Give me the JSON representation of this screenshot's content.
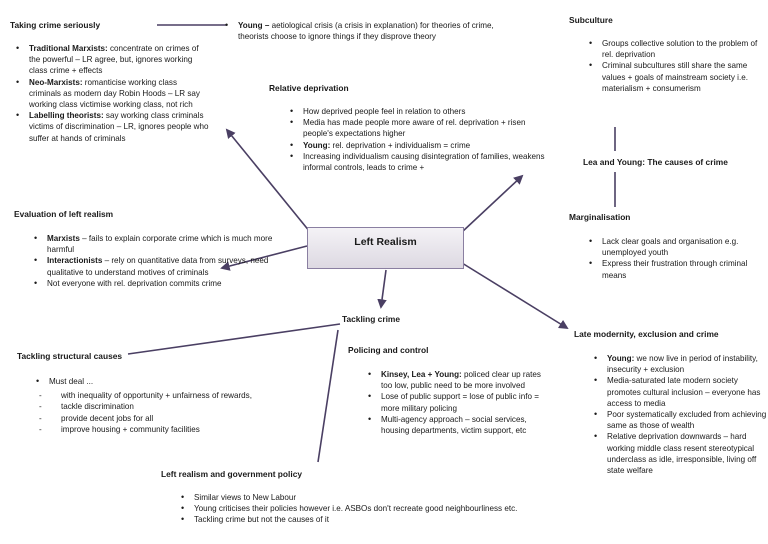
{
  "central": "Left Realism",
  "colors": {
    "line": "#4a3f63",
    "box_border": "#8a7fa1"
  },
  "sections": {
    "taking": {
      "heading": "Taking crime seriously",
      "items": [
        {
          "b": "Traditional Marxists:",
          "t": " concentrate on crimes of the powerful – LR agree, but, ignores working class crime + effects"
        },
        {
          "b": "Neo-Marxists:",
          "t": " romanticise working class criminals as modern day Robin Hoods – LR say working class victimise working class, not rich"
        },
        {
          "b": "Labelling theorists:",
          "t": " say working class criminals victims of discrimination – LR, ignores people who suffer at hands of criminals"
        }
      ]
    },
    "young": {
      "b": "Young –",
      "t": " aetiological crisis (a crisis in explanation) for theories of crime, theorists choose to ignore things if they disprove theory"
    },
    "relative": {
      "heading": "Relative deprivation",
      "items": [
        {
          "b": "",
          "t": "How deprived people feel in relation to others"
        },
        {
          "b": "",
          "t": "Media has made people more aware of rel. deprivation + risen people's expectations higher"
        },
        {
          "b": "Young:",
          "t": " rel. deprivation + individualism = crime"
        },
        {
          "b": "",
          "t": "Increasing individualism causing disintegration of families, weakens informal controls, leads to crime +"
        }
      ]
    },
    "subculture": {
      "heading": "Subculture",
      "items": [
        {
          "b": "",
          "t": "Groups collective solution to the problem of rel. deprivation"
        },
        {
          "b": "",
          "t": "Criminal subcultures still share the same values + goals of mainstream society i.e. materialism + consumerism"
        }
      ]
    },
    "causes": {
      "heading": "Lea and Young: The causes of crime"
    },
    "marginalisation": {
      "heading": "Marginalisation",
      "items": [
        {
          "b": "",
          "t": "Lack clear goals and organisation e.g. unemployed youth"
        },
        {
          "b": "",
          "t": "Express their frustration through criminal means"
        }
      ]
    },
    "evaluation": {
      "heading": "Evaluation of left realism",
      "items": [
        {
          "b": "Marxists",
          "t": " – fails to explain corporate crime which is much more harmful"
        },
        {
          "b": "Interactionists",
          "t": " – rely on quantitative data from surveys, need qualitative to understand motives of criminals"
        },
        {
          "b": "",
          "t": "Not everyone with rel. deprivation commits crime"
        }
      ]
    },
    "tackling": {
      "heading": "Tackling crime"
    },
    "structural": {
      "heading": "Tackling structural causes",
      "lead": "Must deal ...",
      "items": [
        "with inequality of opportunity + unfairness of rewards,",
        "tackle discrimination",
        "provide decent jobs for all",
        "improve housing + community facilities"
      ]
    },
    "policing": {
      "heading": "Policing and control",
      "items": [
        {
          "b": "Kinsey, Lea + Young:",
          "t": " policed clear up rates too low, public need to be more involved"
        },
        {
          "b": "",
          "t": "Lose of public support = lose of public info = more military policing"
        },
        {
          "b": "",
          "t": "Multi-agency approach – social services, housing departments, victim support, etc"
        }
      ]
    },
    "modernity": {
      "heading": "Late modernity, exclusion and crime",
      "items": [
        {
          "b": "Young:",
          "t": " we now live in period of instability, insecurity + exclusion"
        },
        {
          "b": "",
          "t": "Media-saturated late modern society promotes cultural inclusion – everyone has access to media"
        },
        {
          "b": "",
          "t": "Poor systematically excluded from achieving same as those of wealth"
        },
        {
          "b": "",
          "t": "Relative deprivation downwards – hard working middle class resent stereotypical underclass as idle, irresponsible, living off state welfare"
        }
      ]
    },
    "government": {
      "heading": "Left realism and government policy",
      "items": [
        {
          "b": "",
          "t": "Similar views to New Labour"
        },
        {
          "b": "",
          "t": "Young criticises their policies however i.e. ASBOs don't recreate good neighbourliness etc."
        },
        {
          "b": "",
          "t": "Tackling crime but not the causes of it"
        }
      ]
    }
  }
}
